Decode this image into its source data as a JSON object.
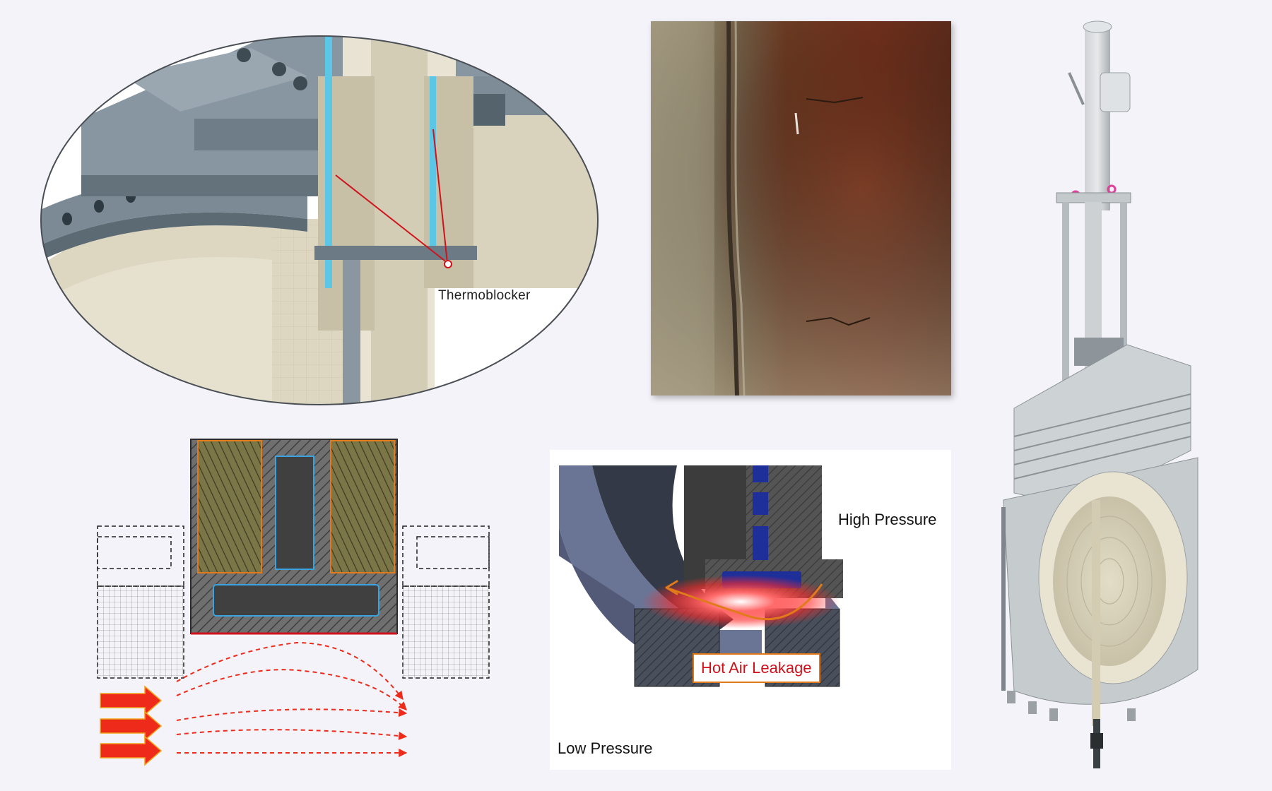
{
  "labels": {
    "thermoblocker": "Thermoblocker",
    "high_pressure": "High Pressure",
    "low_pressure": "Low Pressure",
    "hot_air_leakage": "Hot Air Leakage"
  },
  "colors": {
    "background": "#f3f3f9",
    "steel": "#7a8893",
    "insulation": "#d9d3bd",
    "thermoblocker_blue": "#5cc6e6",
    "callout_red": "#d0121b",
    "seal_blue": "#1f2f9a",
    "leak_orange": "#e07a1a",
    "flow_red": "#ee2a1a"
  },
  "icons": {
    "flow_arrow": "right-arrow-icon"
  }
}
